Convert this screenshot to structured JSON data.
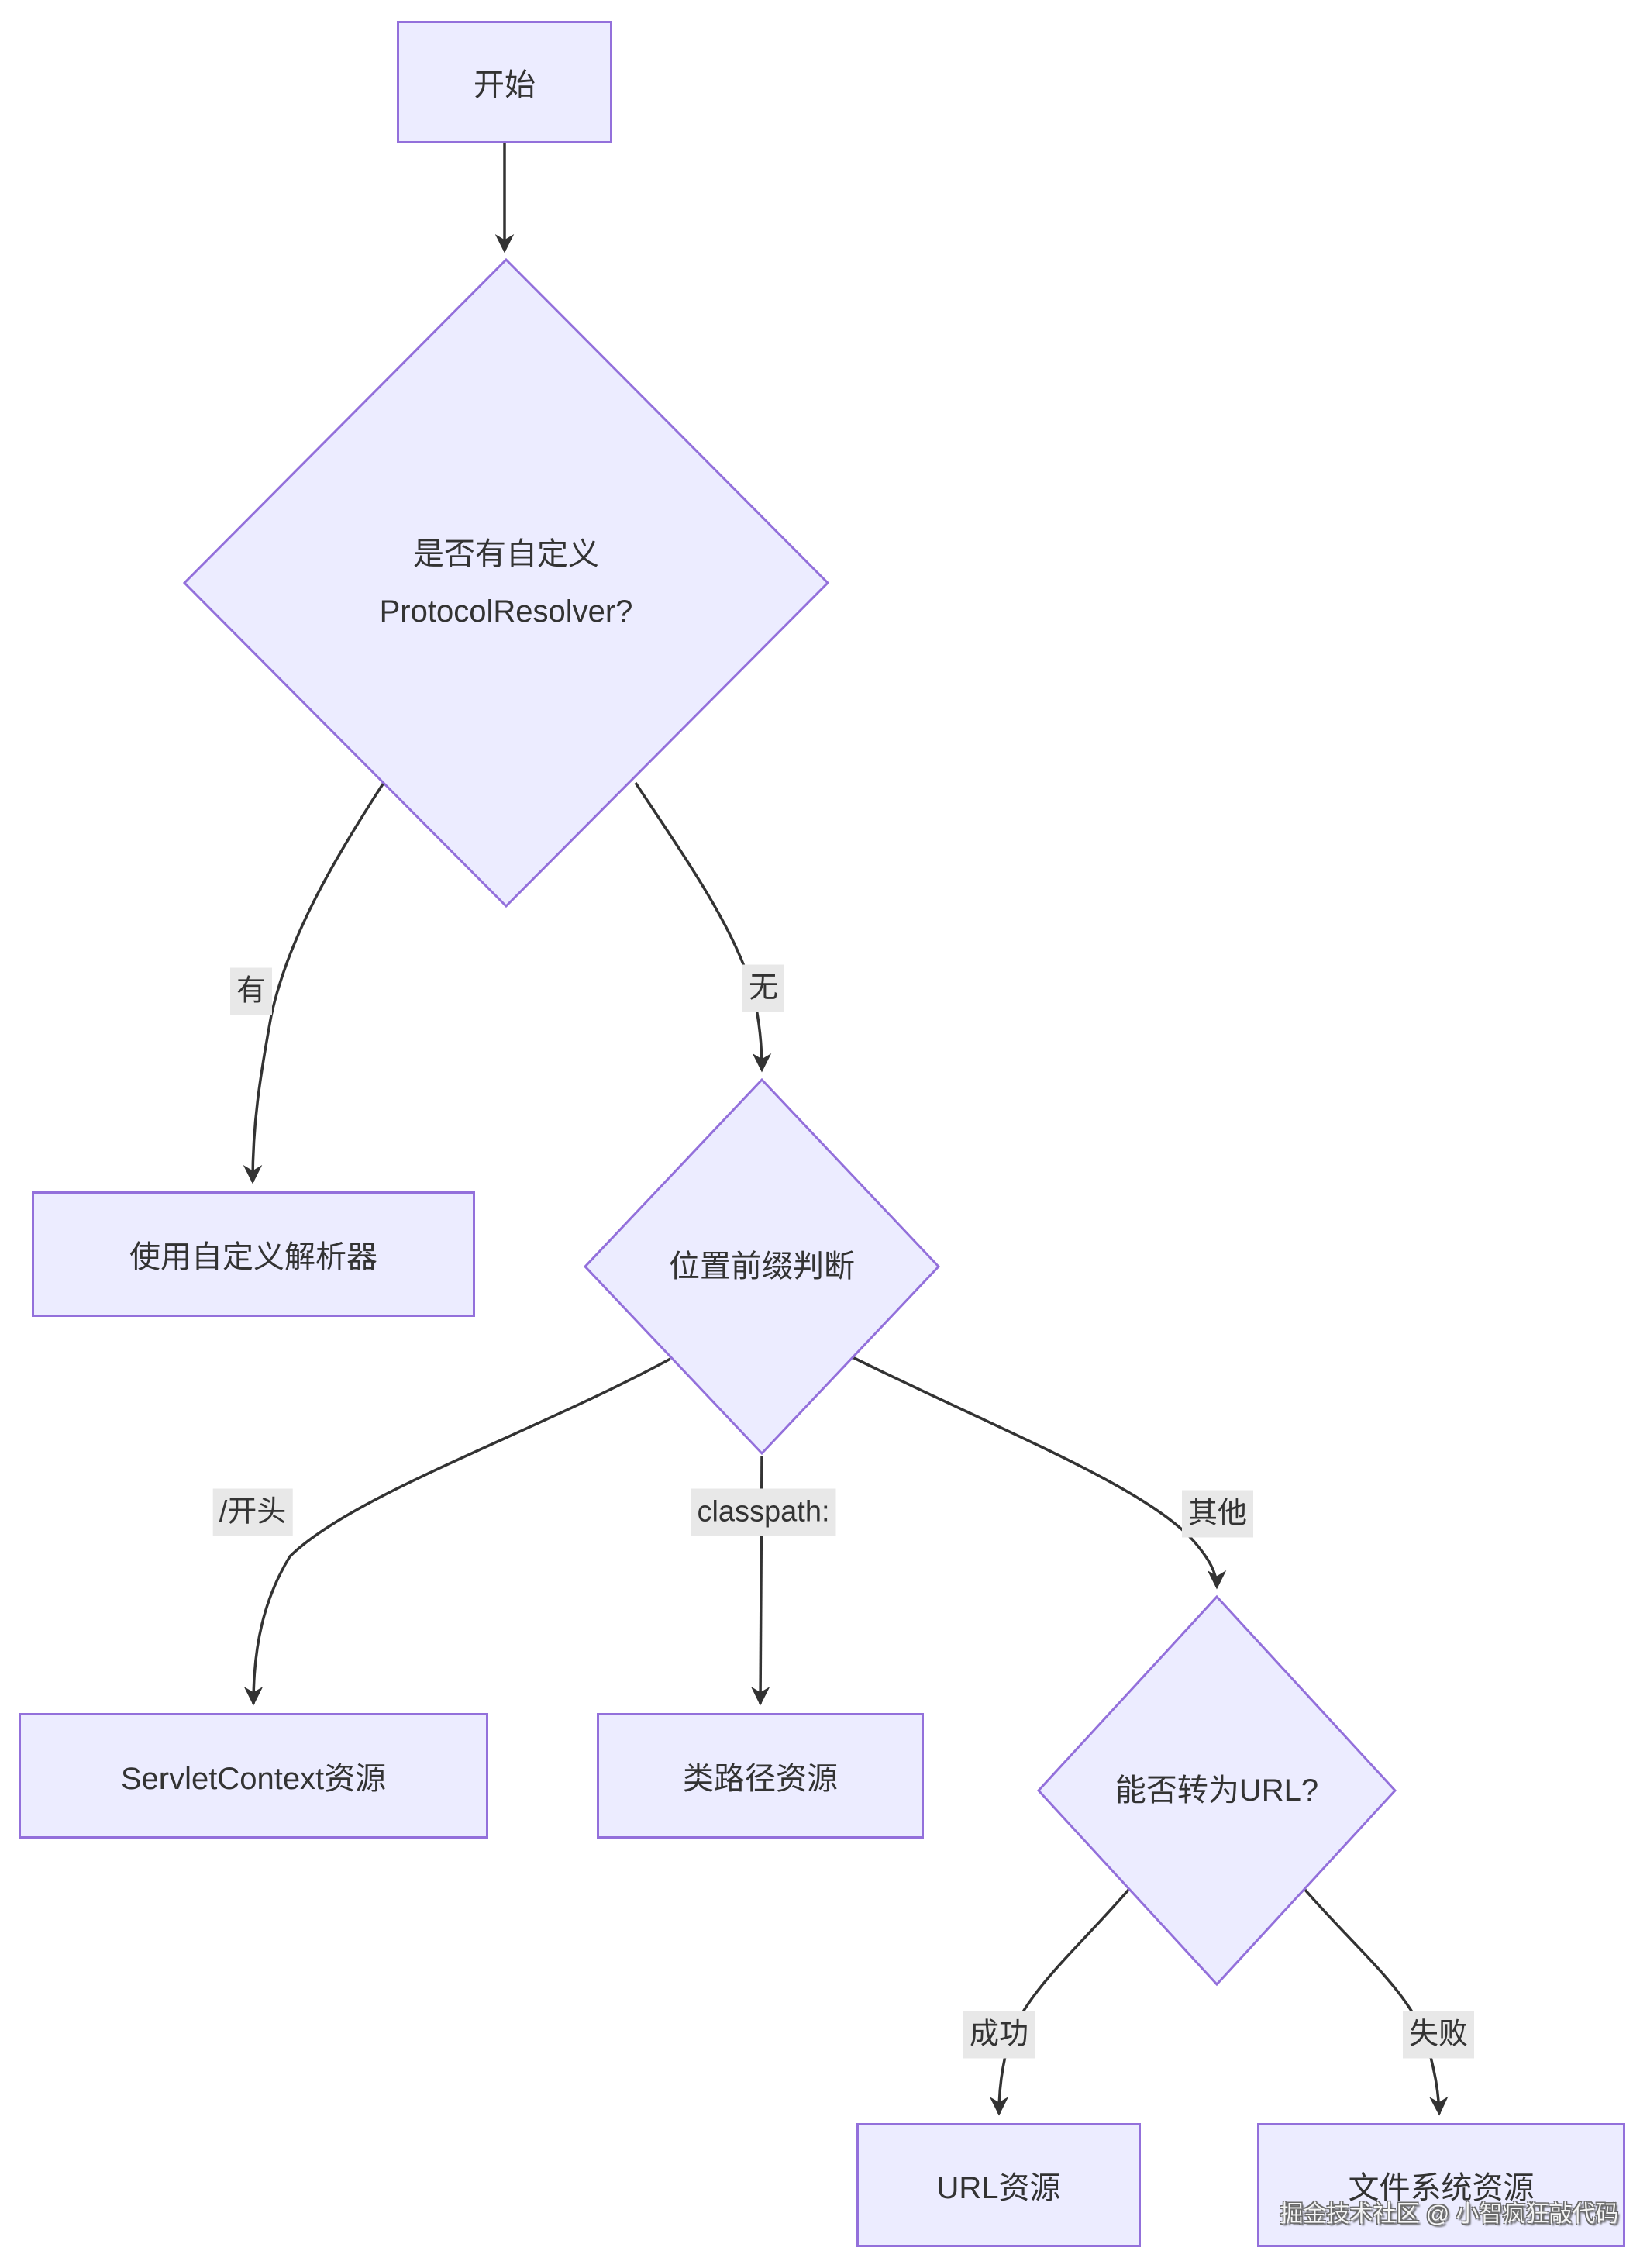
{
  "diagram": {
    "nodes": {
      "start": {
        "label": "开始"
      },
      "has_custom_resolver": {
        "label_line1": "是否有自定义",
        "label_line2": "ProtocolResolver?"
      },
      "use_custom_resolver": {
        "label": "使用自定义解析器"
      },
      "prefix_check": {
        "label": "位置前缀判断"
      },
      "servletcontext_resource": {
        "label": "ServletContext资源"
      },
      "classpath_resource": {
        "label": "类路径资源"
      },
      "url_check": {
        "label": "能否转为URL?"
      },
      "url_resource": {
        "label": "URL资源"
      },
      "filesystem_resource": {
        "label": "文件系统资源"
      }
    },
    "edge_labels": {
      "yes": "有",
      "no": "无",
      "slash_prefix": "/开头",
      "classpath_prefix": "classpath:",
      "other": "其他",
      "success": "成功",
      "failure": "失败"
    }
  },
  "watermark": "掘金技术社区 @ 小智疯狂敲代码",
  "theme": {
    "node_fill": "#ECECFF",
    "node_border": "#9370DB",
    "edge_color": "#333333",
    "edge_label_bg": "#e8e8e8",
    "text_color": "#333333",
    "background": "#ffffff"
  }
}
